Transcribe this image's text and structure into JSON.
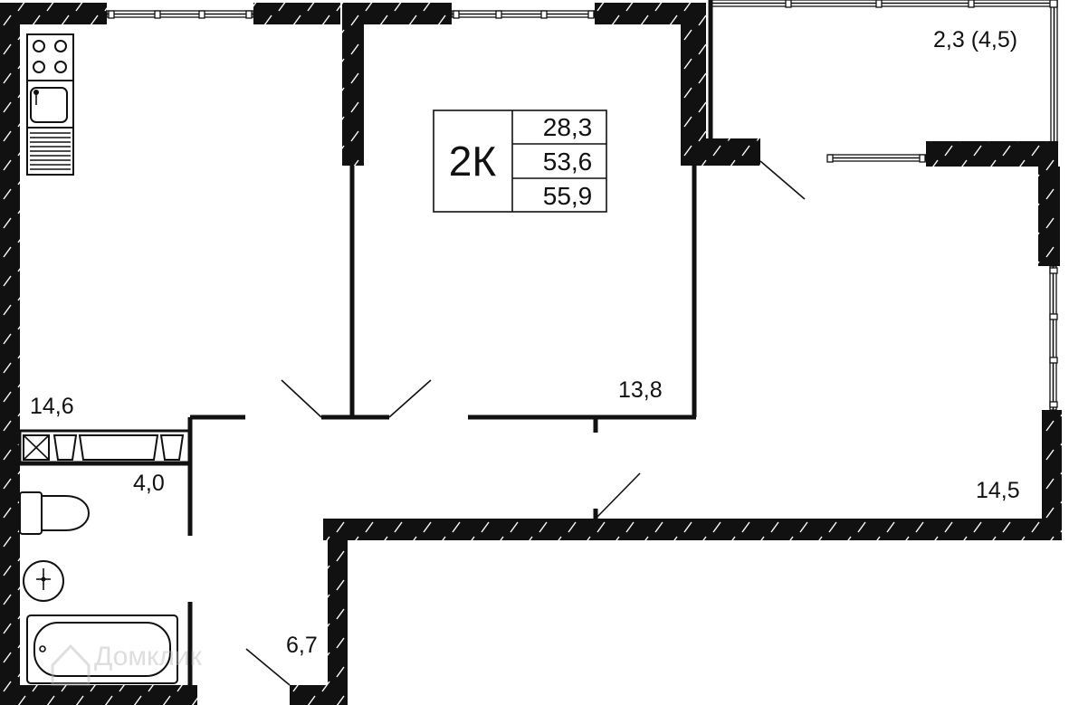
{
  "apartment_type": "2К",
  "areas": {
    "living": "28,3",
    "total": "53,6",
    "total_with_balcony": "55,9"
  },
  "rooms": {
    "kitchen": "14,6",
    "bedroom": "13,8",
    "living_room": "14,5",
    "bathroom": "4,0",
    "hallway": "6,7",
    "balcony": "2,3 (4,5)"
  },
  "watermark": "Домклик"
}
